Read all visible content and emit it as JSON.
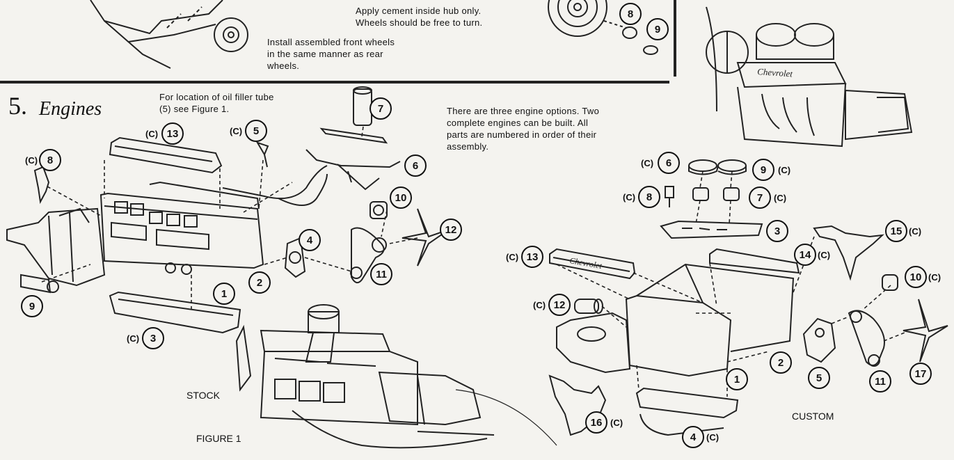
{
  "section": {
    "number": "5.",
    "title": "Engines"
  },
  "notes": {
    "cement_line1": "Apply cement inside hub only.",
    "cement_line2": "Wheels should be free to turn.",
    "install_line1": "Install assembled front wheels",
    "install_line2": "in the same manner as rear",
    "install_line3": "wheels.",
    "oil_line1": "For location of oil filler tube",
    "oil_line2": "(5) see Figure 1.",
    "options_line1": "There are three engine options. Two",
    "options_line2": "complete engines can be built. All",
    "options_line3": "parts are numbered in order of their",
    "options_line4": "assembly."
  },
  "labels": {
    "stock": "STOCK",
    "figure": "FIGURE 1",
    "custom": "CUSTOM",
    "chevrolet": "Chevrolet"
  },
  "callouts": {
    "top_8": "8",
    "top_9": "9",
    "s_13": "13",
    "s_5": "5",
    "s_7": "7",
    "s_8": "8",
    "s_6": "6",
    "s_10": "10",
    "s_4": "4",
    "s_12": "12",
    "s_11": "11",
    "s_1": "1",
    "s_2": "2",
    "s_9": "9",
    "s_3": "3",
    "c_6": "6",
    "c_9": "9",
    "c_8": "8",
    "c_7": "7",
    "c_3": "3",
    "c_13": "13",
    "c_14": "14",
    "c_15": "15",
    "c_10": "10",
    "c_12": "12",
    "c_2": "2",
    "c_1": "1",
    "c_5": "5",
    "c_11": "11",
    "c_17": "17",
    "c_16": "16",
    "c_4": "4"
  },
  "cement_mark": "(C)"
}
